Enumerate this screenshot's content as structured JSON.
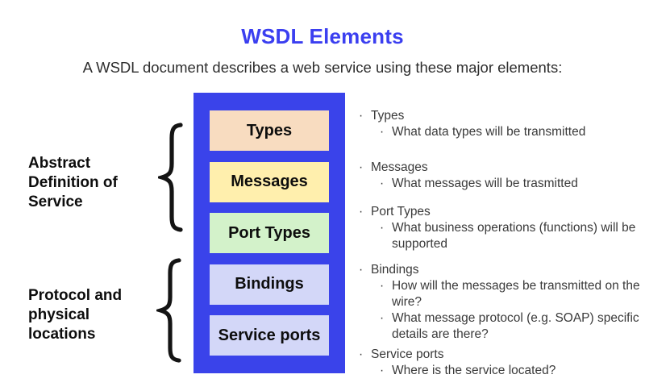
{
  "header": {
    "title": "WSDL Elements",
    "subtitle": "A WSDL document describes a web service using these major elements:"
  },
  "colors": {
    "stack_background_blue": "#3a43ea",
    "title_blue": "#3b3ff0",
    "box_types": "#f8dcc0",
    "box_messages": "#ffefad",
    "box_port_types": "#d3f2ca",
    "box_bindings": "#d3d7f8",
    "box_service_ports": "#d3d7f8",
    "body_text": "#3a3a3a"
  },
  "diagram": {
    "boxes": [
      {
        "label": "Types",
        "color": "#f8dcc0"
      },
      {
        "label": "Messages",
        "color": "#ffefad"
      },
      {
        "label": "Port Types",
        "color": "#d3f2ca"
      },
      {
        "label": "Bindings",
        "color": "#d3d7f8"
      },
      {
        "label": "Service ports",
        "color": "#d3d7f8"
      }
    ],
    "groups": [
      {
        "label": "Abstract\nDefinition of\nService"
      },
      {
        "label": "Protocol and\nphysical\nlocations"
      }
    ]
  },
  "legend": {
    "bullet": "·",
    "items": [
      {
        "label": "Types",
        "details": [
          "What data types will be transmitted"
        ]
      },
      {
        "label": "Messages",
        "details": [
          "What messages will be trasmitted"
        ]
      },
      {
        "label": "Port Types",
        "details": [
          "What business operations (functions) will be supported"
        ]
      },
      {
        "label": "Bindings",
        "details": [
          "How will the messages be transmitted on the wire?",
          "What message protocol (e.g. SOAP) specific details are there?"
        ]
      },
      {
        "label": "Service ports",
        "details": [
          "Where is the service located?"
        ]
      }
    ]
  }
}
